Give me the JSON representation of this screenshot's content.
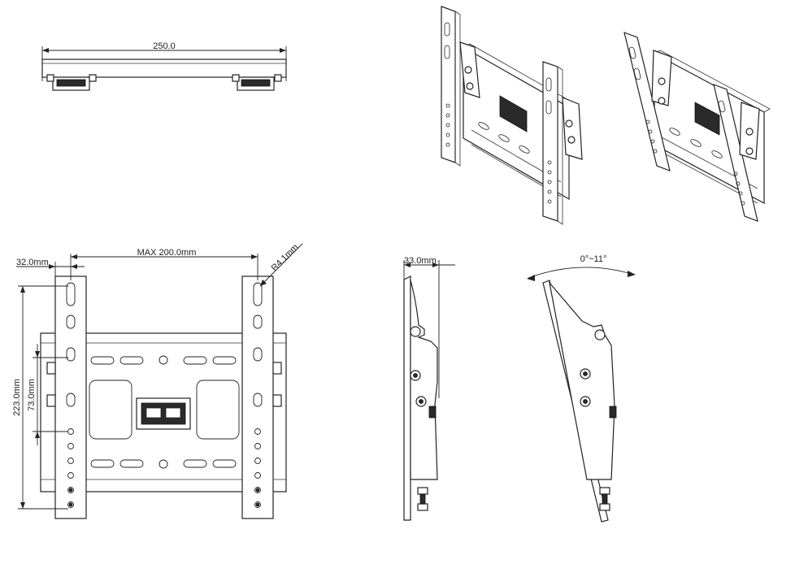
{
  "dimensions": {
    "top_width": "250.0",
    "left_offset": "32.0mm",
    "max_spacing": "MAX 200.0mm",
    "radius": "R4.1mm",
    "total_height": "223.0mm",
    "slot_height": "73.0mm",
    "side_depth": "33.0mm",
    "tilt_range": "0°~11°"
  },
  "colors": {
    "line": "#222222",
    "background": "#ffffff"
  }
}
